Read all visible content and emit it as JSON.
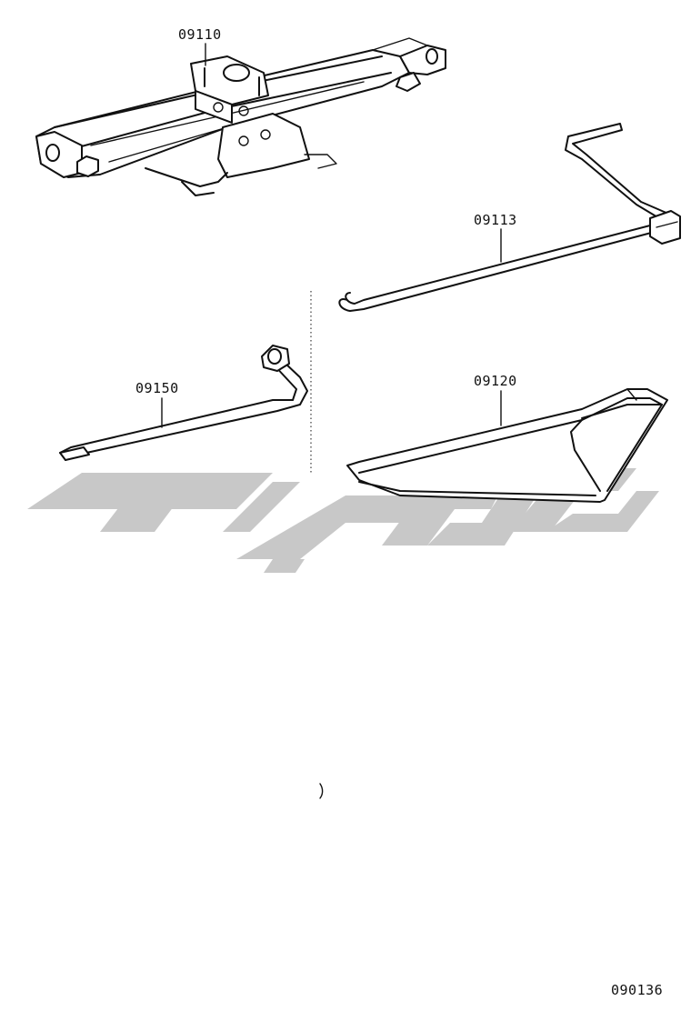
{
  "parts": [
    {
      "id": "jack",
      "number": "09110"
    },
    {
      "id": "jack-handle",
      "number": "09113"
    },
    {
      "id": "wheel-wrench",
      "number": "09150"
    },
    {
      "id": "tool-bag",
      "number": "09120"
    }
  ],
  "diagram_number": "090136",
  "watermark": {
    "color": "#c8c8c8"
  }
}
